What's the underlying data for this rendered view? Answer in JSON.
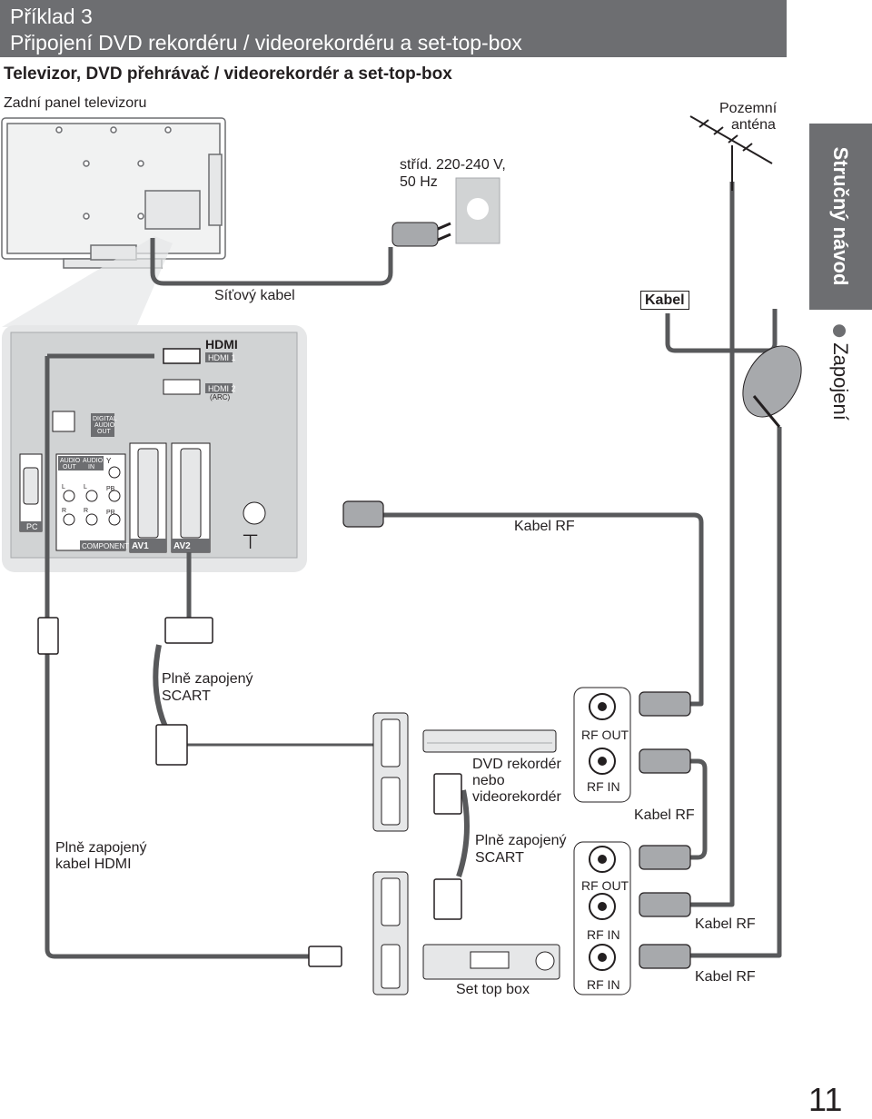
{
  "header": {
    "line1": "Příklad 3",
    "line2": "Připojení DVD rekordéru / videorekordéru a set-top-box"
  },
  "subtitle": "Televizor, DVD přehrávač / videorekordér a set-top-box",
  "labels": {
    "tv_rear": "Zadní panel televizoru",
    "mains_1": "stříd. 220-240 V,",
    "mains_2": "50 Hz",
    "power_cable": "Síťový kabel",
    "antenna_1": "Pozemní",
    "antenna_2": "anténa",
    "cable_box": "Kabel",
    "rf_cable_main": "Kabel RF",
    "scart_1_line1": "Plně zapojený",
    "scart_1_line2": "SCART",
    "dvd_1": "DVD rekordér",
    "dvd_2": "nebo",
    "dvd_3": "videorekordér",
    "rf_out_1": "RF OUT",
    "rf_in_1": "RF IN",
    "rf_cable_mid": "Kabel RF",
    "hdmi_1": "Plně zapojený",
    "hdmi_2": "kabel HDMI",
    "scart_2_line1": "Plně zapojený",
    "scart_2_line2": "SCART",
    "rf_out_2": "RF OUT",
    "rf_in_2": "RF IN",
    "rf_cable_2": "Kabel RF",
    "stb": "Set top box",
    "rf_in_3": "RF IN",
    "rf_cable_3": "Kabel RF"
  },
  "panel": {
    "hdmi_logo": "HDMI",
    "hdmi1": "HDMI 1",
    "hdmi2": "HDMI 2",
    "arc": "(ARC)",
    "digital_audio": "DIGITAL",
    "digital_audio_2": "AUDIO",
    "digital_audio_3": "OUT",
    "audio_out": "AUDIO",
    "audio_out_2": "OUT",
    "audio_in": "AUDIO",
    "audio_in_2": "IN",
    "y": "Y",
    "pb": "PB",
    "pr": "PR",
    "l": "L",
    "r": "R",
    "component": "COMPONENT",
    "pc": "PC",
    "av1": "AV1",
    "av2": "AV2"
  },
  "side_tab": {
    "title": "Stručný návod",
    "subtitle": "Zapojení"
  },
  "page_number": "11",
  "colors": {
    "header_bg": "#6d6e71",
    "cable": "#58595b",
    "panel": "#d1d3d4"
  }
}
